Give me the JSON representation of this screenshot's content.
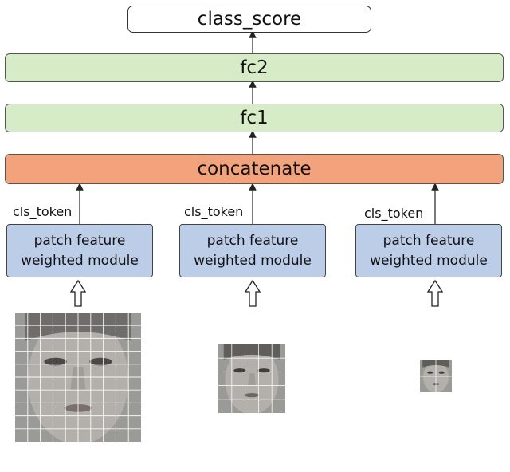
{
  "diagram": {
    "top_box": "class_score",
    "fc2": "fc2",
    "fc1": "fc1",
    "concat": "concatenate",
    "branches": [
      {
        "token_label": "cls_token",
        "module_line1": "patch feature",
        "module_line2": "weighted module"
      },
      {
        "token_label": "cls_token",
        "module_line1": "patch feature",
        "module_line2": "weighted module"
      },
      {
        "token_label": "cls_token",
        "module_line1": "patch feature",
        "module_line2": "weighted module"
      }
    ]
  },
  "images": [
    {
      "name": "face-image-large",
      "grid": 10
    },
    {
      "name": "face-image-medium",
      "grid": 5
    },
    {
      "name": "face-image-small",
      "grid": 2
    }
  ],
  "colors": {
    "fc_fill": "#d6ecc6",
    "concat_fill": "#f2a37b",
    "module_fill": "#bccde8"
  }
}
